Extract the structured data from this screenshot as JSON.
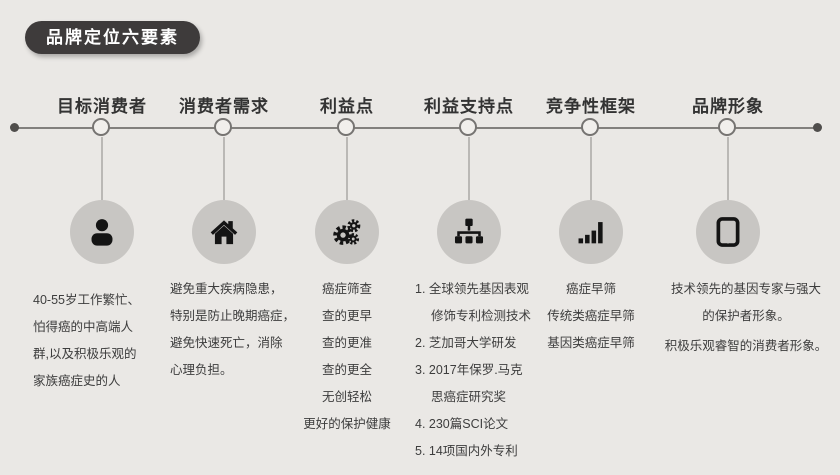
{
  "title_badge": "品牌定位六要素",
  "colors": {
    "background": "#eae8e5",
    "badge_bg": "#3e3b3b",
    "badge_text": "#ffffff",
    "line": "#82807d",
    "connector": "#bab8b5",
    "node_ring": "#767472",
    "node_fill": "#f1efec",
    "icon_circle": "#c8c6c3",
    "icon_glyph": "#141414",
    "heading_text": "#333333",
    "body_text": "#3d3d3d",
    "end_dot": "#504e4c"
  },
  "columns": [
    {
      "header": "目标消费者",
      "icon": "user-icon",
      "lines": [
        {
          "t": "40-55岁工作繁忙、"
        },
        {
          "t": "怕得癌的中高端人"
        },
        {
          "t": "群,以及积极乐观的"
        },
        {
          "t": "家族癌症史的人"
        }
      ]
    },
    {
      "header": "消费者需求",
      "icon": "home-icon",
      "lines": [
        {
          "t": "避免重大疾病隐患，"
        },
        {
          "t": "特别是防止晚期癌症，"
        },
        {
          "t": "避免快速死亡，消除"
        },
        {
          "t": "心理负担。"
        }
      ]
    },
    {
      "header": "利益点",
      "icon": "gears-icon",
      "lines": [
        {
          "t": "癌症筛查"
        },
        {
          "t": "查的更早"
        },
        {
          "t": "查的更准"
        },
        {
          "t": "查的更全"
        },
        {
          "t": "无创轻松"
        },
        {
          "t": "更好的保护健康"
        }
      ]
    },
    {
      "header": "利益支持点",
      "icon": "sitemap-icon",
      "lines": [
        {
          "t": "1. 全球领先基因表观"
        },
        {
          "t": "修饰专利检测技术",
          "ind": true
        },
        {
          "t": "2. 芝加哥大学研发"
        },
        {
          "t": "3. 2017年保罗.马克"
        },
        {
          "t": "思癌症研究奖",
          "ind": true
        },
        {
          "t": "4. 230篇SCI论文"
        },
        {
          "t": "5. 14项国内外专利"
        }
      ]
    },
    {
      "header": "竞争性框架",
      "icon": "bar-chart-icon",
      "lines": [
        {
          "t": "癌症早筛"
        },
        {
          "t": "传统类癌症早筛"
        },
        {
          "t": "基因类癌症早筛"
        }
      ]
    },
    {
      "header": "品牌形象",
      "icon": "tablet-icon",
      "lines": [
        {
          "t": "技术领先的基因专家与强大"
        },
        {
          "t": "的保护者形象。"
        },
        {
          "t": "积极乐观睿智的消费者形象。",
          "gap": true
        }
      ]
    }
  ]
}
